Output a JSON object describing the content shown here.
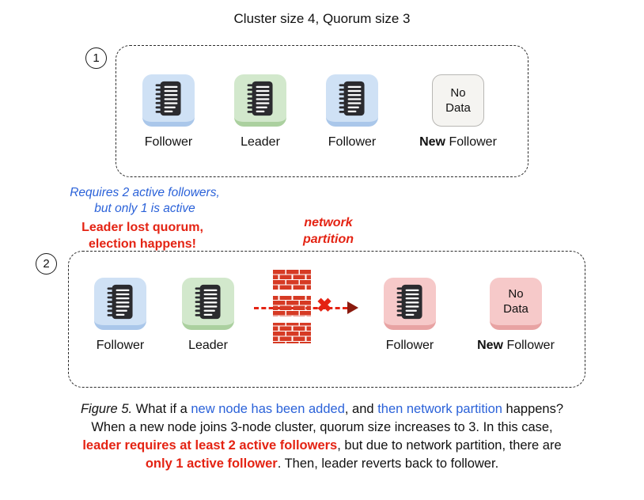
{
  "title": "Cluster size 4, Quorum size 3",
  "scenario1": {
    "number": "1",
    "nodes": [
      {
        "label": "Follower",
        "color": "blue"
      },
      {
        "label": "Leader",
        "color": "green"
      },
      {
        "label": "Follower",
        "color": "blue"
      },
      {
        "box_text": "No Data",
        "label_bold": "New",
        "label_rest": "Follower",
        "color": "gray"
      }
    ]
  },
  "notes": {
    "quorum_line1": "Requires 2 active followers,",
    "quorum_line2": "but only 1 is active",
    "election_line1": "Leader lost quorum,",
    "election_line2": "election happens!",
    "partition_line1": "network",
    "partition_line2": "partition",
    "x_mark": "✖"
  },
  "scenario2": {
    "number": "2",
    "nodes": [
      {
        "label": "Follower",
        "color": "blue"
      },
      {
        "label": "Leader",
        "color": "green"
      },
      {
        "label": "Follower",
        "color": "pink"
      },
      {
        "box_text": "No Data",
        "label_bold": "New",
        "label_rest": "Follower",
        "color": "pink"
      }
    ]
  },
  "caption": {
    "line1": {
      "fig": "Figure 5.",
      "t1": " What if a ",
      "blue1": "new node has been added",
      "t2": ", and ",
      "blue2": "then network partition",
      "t3": " happens?"
    },
    "line2": "When a new node joins 3-node cluster, quorum size increases to 3. In this case,",
    "line3": {
      "red1": "leader requires at least 2 active followers",
      "t1": ", but due to network partition, there are"
    },
    "line4": {
      "red1": "only 1 active follower",
      "t1": ". Then, leader reverts back to follower."
    }
  },
  "colors": {
    "blue_text": "#2b62d9",
    "red_text": "#e42313",
    "arrow_head": "#8a1a0e",
    "brick_red": "#d63a24",
    "notebook_dark": "#2b2b2f",
    "node_blue": "#cfe1f5",
    "node_blue_dark": "#aac7ea",
    "node_green": "#d2e8cc",
    "node_green_dark": "#abd09f",
    "node_pink": "#f6c9c9",
    "node_pink_dark": "#e8a3a3",
    "nodata_bg": "#f5f4f1",
    "nodata_border": "#b8b7b4"
  }
}
